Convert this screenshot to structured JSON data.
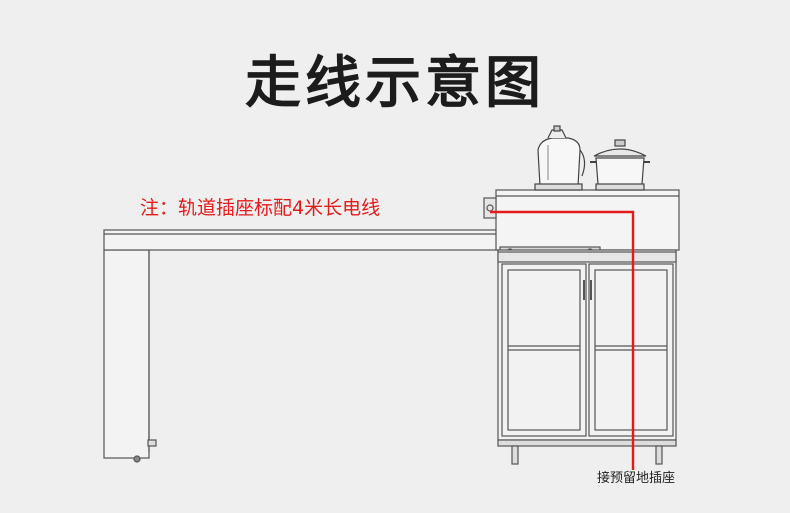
{
  "title": "走线示意图",
  "note": "注：轨道插座标配4米长电线",
  "socket_label": "接预留地插座",
  "colors": {
    "background": "#efefef",
    "line": "#555555",
    "wire": "#e31b1b",
    "note_text": "#e31b1b"
  },
  "objects": {
    "appliances": [
      "kettle-icon",
      "pot-icon"
    ],
    "furniture": [
      "desk-panel",
      "cabinet"
    ]
  }
}
